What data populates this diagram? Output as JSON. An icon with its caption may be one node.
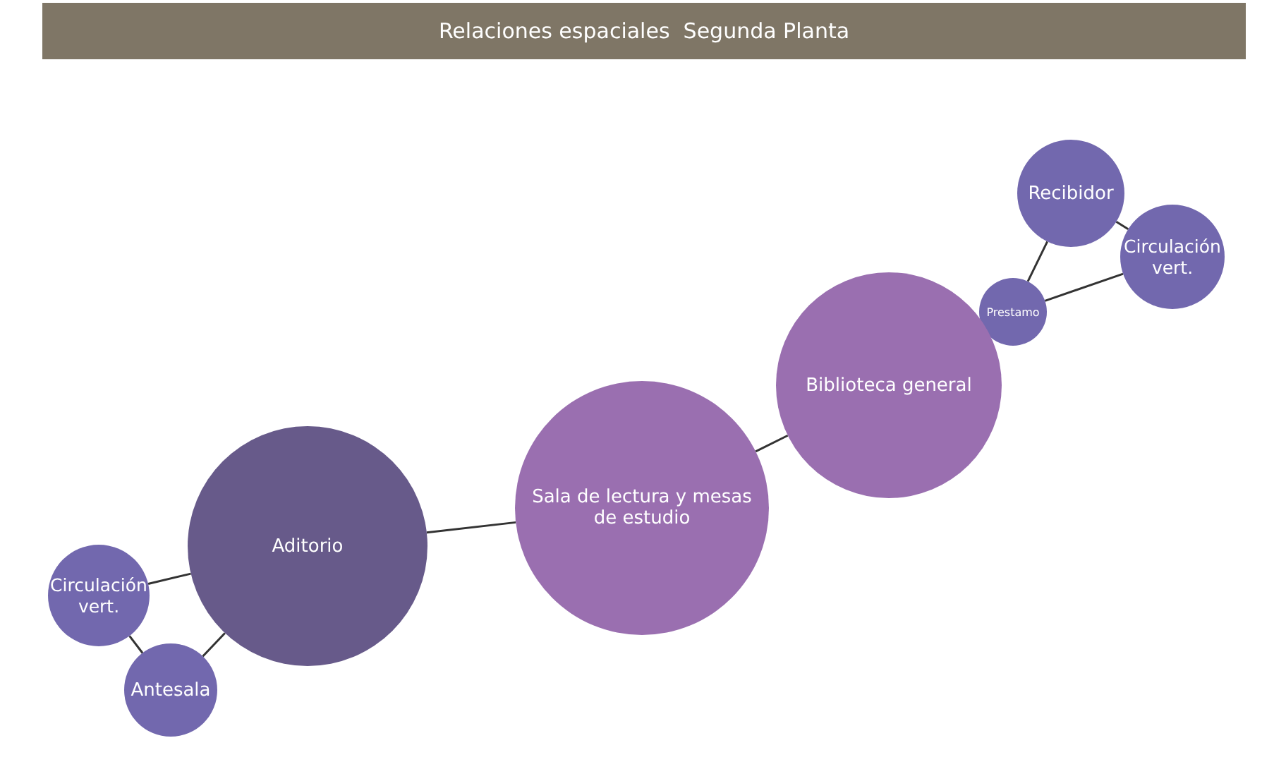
{
  "diagram": {
    "title": "Relaciones espaciales  Segunda Planta",
    "nodes": [
      {
        "text": [
          "Recibidor"
        ]
      },
      {
        "text": [
          "Circulación vert."
        ]
      },
      {
        "text": [
          "Prestamo"
        ]
      },
      {
        "text": [
          "Biblioteca general"
        ]
      },
      {
        "text": [
          "Sala de lectura y mesas de estudio"
        ]
      },
      {
        "text": [
          "Aditorio"
        ]
      },
      {
        "text": [
          "Circulación vert."
        ]
      },
      {
        "text": [
          "Antesala"
        ]
      }
    ],
    "edges": [
      {
        "from": 0,
        "to": 1,
        "arrow": "none"
      },
      {
        "from": 2,
        "to": 0,
        "arrow": "none"
      },
      {
        "from": 2,
        "to": 1,
        "arrow": "none"
      },
      {
        "from": 3,
        "to": 4,
        "arrow": "none"
      },
      {
        "from": 4,
        "to": 5,
        "arrow": "none"
      },
      {
        "from": 5,
        "to": 6,
        "arrow": "none"
      },
      {
        "from": 6,
        "to": 7,
        "arrow": "none"
      },
      {
        "from": 7,
        "to": 5,
        "arrow": "none"
      }
    ]
  }
}
